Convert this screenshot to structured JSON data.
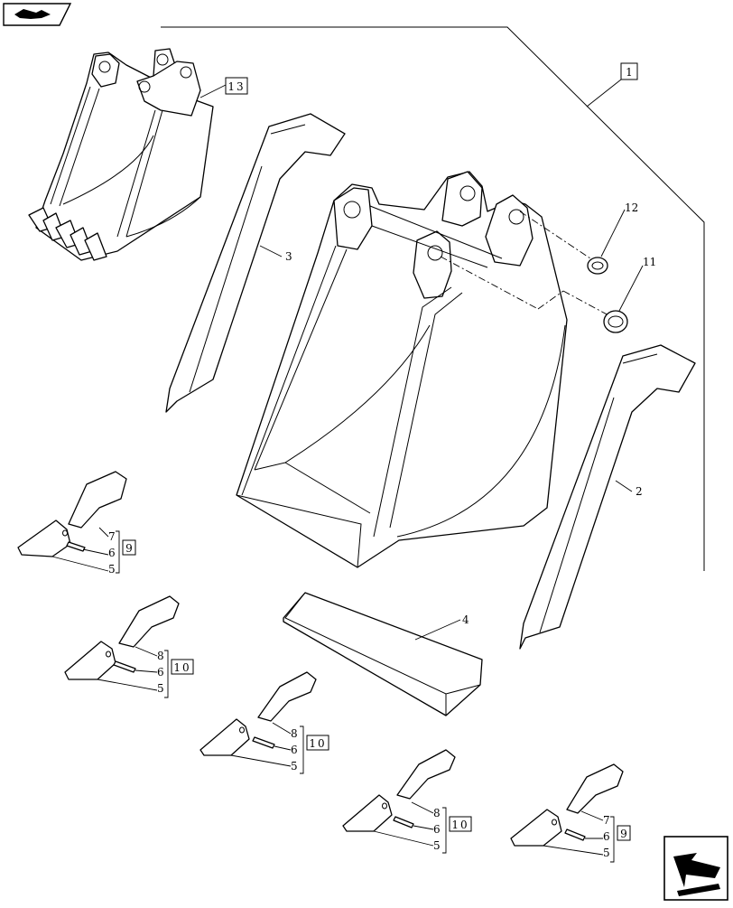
{
  "callouts": {
    "c1": "1",
    "c2": "2",
    "c3": "3",
    "c4": "4",
    "c11": "11",
    "c12": "12",
    "c13": "13",
    "g1": {
      "box": "9",
      "top": "7",
      "mid": "6",
      "bot": "5"
    },
    "g2": {
      "box": "10",
      "top": "8",
      "mid": "6",
      "bot": "5"
    },
    "g3": {
      "box": "10",
      "top": "8",
      "mid": "6",
      "bot": "5"
    },
    "g4": {
      "box": "10",
      "top": "8",
      "mid": "6",
      "bot": "5"
    },
    "g5": {
      "box": "9",
      "top": "7",
      "mid": "6",
      "bot": "5"
    }
  },
  "icons": {
    "top_left": "catalog-page-icon",
    "bottom_right": "next-page-arrow-icon"
  }
}
